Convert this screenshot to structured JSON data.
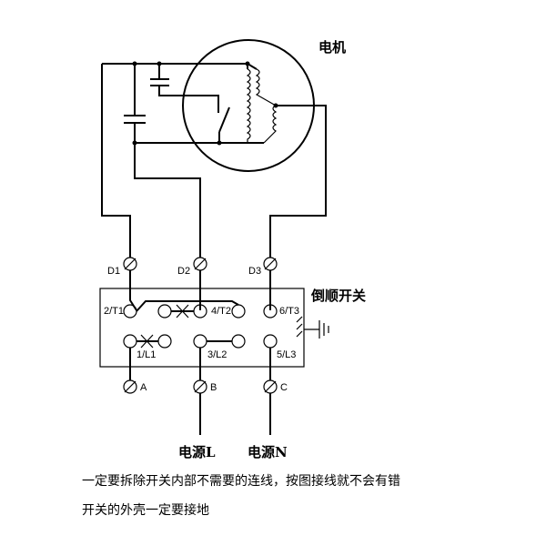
{
  "labels": {
    "motor": "电机",
    "switch": "倒顺开关",
    "power_l": "电源L",
    "power_n": "电源N"
  },
  "terminals": {
    "d1": "D1",
    "d2": "D2",
    "d3": "D3",
    "t1": "2/T1",
    "t2": "4/T2",
    "t3": "6/T3",
    "l1": "1/L1",
    "l2": "3/L2",
    "l3": "5/L3",
    "a": "A",
    "b": "B",
    "c": "C"
  },
  "notes": {
    "line1": "一定要拆除开关内部不需要的连线，按图接线就不会有错",
    "line2": "开关的外壳一定要接地"
  }
}
